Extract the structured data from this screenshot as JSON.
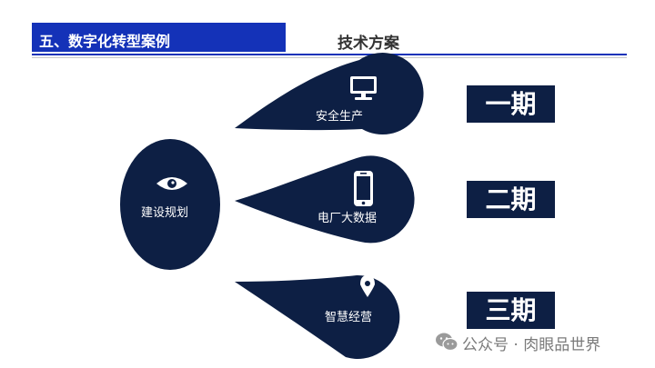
{
  "header": {
    "section_title": "五、数字化转型案例",
    "page_title": "技术方案"
  },
  "diagram": {
    "center_node": {
      "label": "建设规划",
      "icon": "eye-icon"
    },
    "branches": [
      {
        "label": "安全生产",
        "icon": "monitor-icon",
        "phase": "一期"
      },
      {
        "label": "电厂大数据",
        "icon": "smartphone-icon",
        "phase": "二期"
      },
      {
        "label": "智慧经营",
        "icon": "map-pin-icon",
        "phase": "三期"
      }
    ]
  },
  "watermark": {
    "text": "公众号 · 肉眼品世界",
    "icon": "wechat-icon"
  },
  "colors": {
    "header_blue": "#1432b8",
    "navy": "#0d1f44",
    "title_text": "#333333"
  }
}
